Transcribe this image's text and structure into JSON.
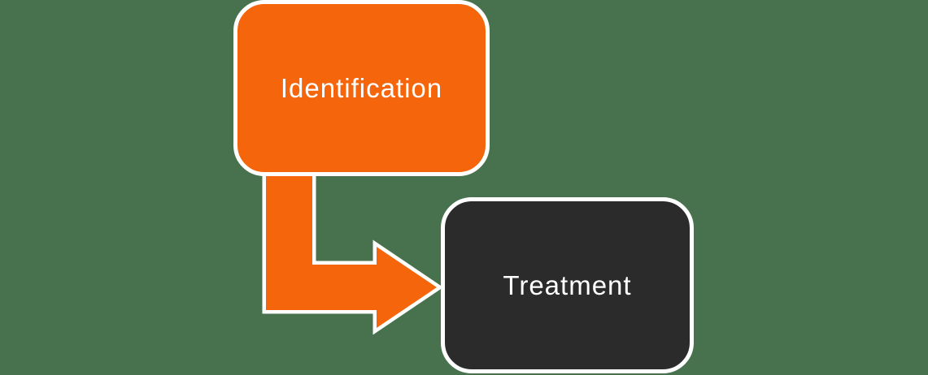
{
  "diagram": {
    "background_color": "#48714E",
    "outline_color": "#FFFFFF",
    "nodes": [
      {
        "id": "identification",
        "label": "Identification",
        "fill_color": "#F4650C",
        "text_color": "#FFFFFF",
        "shape": "rounded-rectangle"
      },
      {
        "id": "treatment",
        "label": "Treatment",
        "fill_color": "#2B2B2B",
        "text_color": "#FFFFFF",
        "shape": "rounded-rectangle"
      }
    ],
    "connector": {
      "type": "elbow-arrow",
      "from": "identification",
      "to": "treatment",
      "direction": "down-then-right",
      "color": "#F4650C",
      "outline_color": "#FFFFFF"
    }
  }
}
